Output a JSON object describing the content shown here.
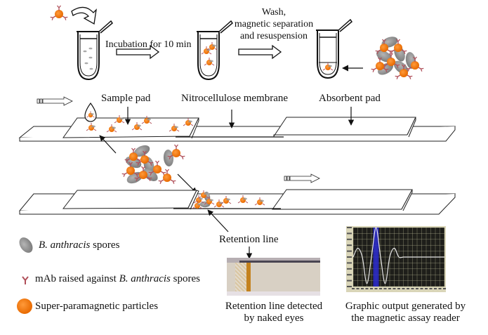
{
  "figure": {
    "step_labels": {
      "incubation": "Incubation for 10 min",
      "wash_line1": "Wash,",
      "wash_line2": "magnetic separation",
      "wash_line3": "and resuspension"
    },
    "strip_labels": {
      "sample_pad": "Sample pad",
      "membrane": "Nitrocellulose membrane",
      "absorbent_pad": "Absorbent pad",
      "retention_line": "Retention line"
    },
    "legend": [
      {
        "icon": "spore-icon",
        "italic": "B. anthracis",
        "text": " spores"
      },
      {
        "icon": "antibody-icon",
        "prefix": "mAb raised against ",
        "italic": "B. anthracis",
        "text": " spores"
      },
      {
        "icon": "magnetic-particle-icon",
        "text": "Super-paramagnetic particles"
      }
    ],
    "outputs": {
      "photo_caption_line1": "Retention line detected",
      "photo_caption_line2": "by naked eyes",
      "reader_caption_line1": "Graphic output generated by",
      "reader_caption_line2": "the magnetic assay reader"
    },
    "colors": {
      "particle": "#f07a12",
      "spore": "#8f8f8f",
      "antibody": "#b0505a",
      "retention_line": "#c4821e",
      "reader_bg": "#1e1e1a",
      "reader_grid": "#c8c8a0",
      "reader_signal": "#e8e8e8",
      "reader_highlight": "#2a2ad0"
    }
  },
  "chart_data": {
    "type": "line",
    "title": "",
    "xlabel": "",
    "ylabel": "",
    "grid": true,
    "note": "Magnetic assay reader signal: damped oscillation around baseline with one highlighted central peak; tick labels too small to read",
    "x": [
      0,
      1,
      2,
      3,
      4,
      5,
      6,
      7,
      8,
      9,
      10,
      11,
      12,
      13,
      14,
      15,
      16,
      17,
      18,
      19,
      20
    ],
    "values": [
      0,
      0.3,
      0,
      -0.9,
      0,
      1.0,
      0,
      -0.9,
      0,
      0.3,
      0,
      0,
      0,
      0,
      0,
      0,
      0,
      0,
      0,
      0,
      0
    ],
    "ylim": [
      -1,
      1
    ],
    "highlight_x": 5
  }
}
